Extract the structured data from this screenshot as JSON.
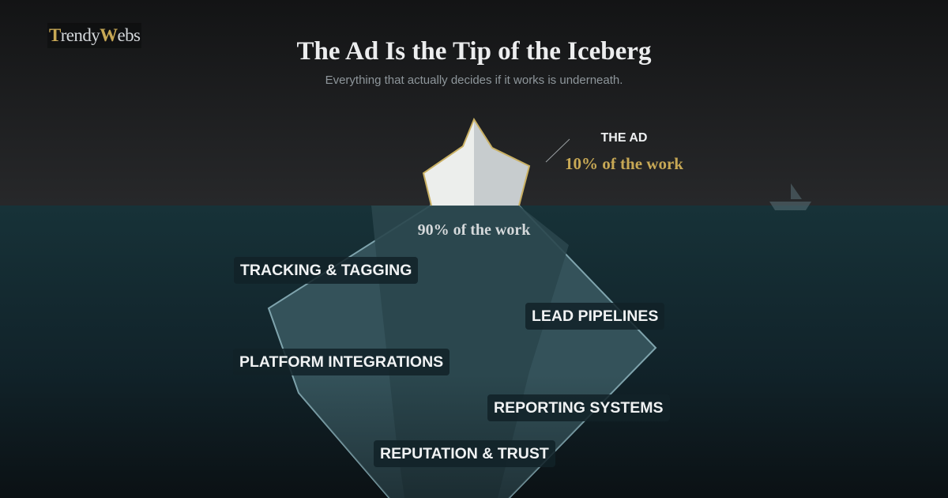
{
  "brand": {
    "logo_initial_1": "T",
    "logo_text_1": "rendy",
    "logo_initial_2": "W",
    "logo_text_2": "ebs"
  },
  "header": {
    "title": "The Ad Is the Tip of the Iceberg",
    "subtitle": "Everything that actually decides if it works is underneath."
  },
  "above_water": {
    "label": "THE AD",
    "share": "10% of the work"
  },
  "below_water": {
    "share": "90% of the work",
    "items": [
      "TRACKING & TAGGING",
      "LEAD PIPELINES",
      "PLATFORM INTEGRATIONS",
      "REPORTING SYSTEMS",
      "REPUTATION & TRUST"
    ]
  },
  "colors": {
    "sky_top": "#131415",
    "sky_bottom": "#27282a",
    "water_top": "#173238",
    "water_bottom": "#0b1114",
    "ice_tip_light": "#eceeec",
    "ice_tip_shade": "#c7ccce",
    "ice_tip_outline": "#c9b063",
    "ice_underwater": "#34525a",
    "ice_underwater_outline": "#7fa4ad",
    "accent_gold": "#c7a855"
  }
}
